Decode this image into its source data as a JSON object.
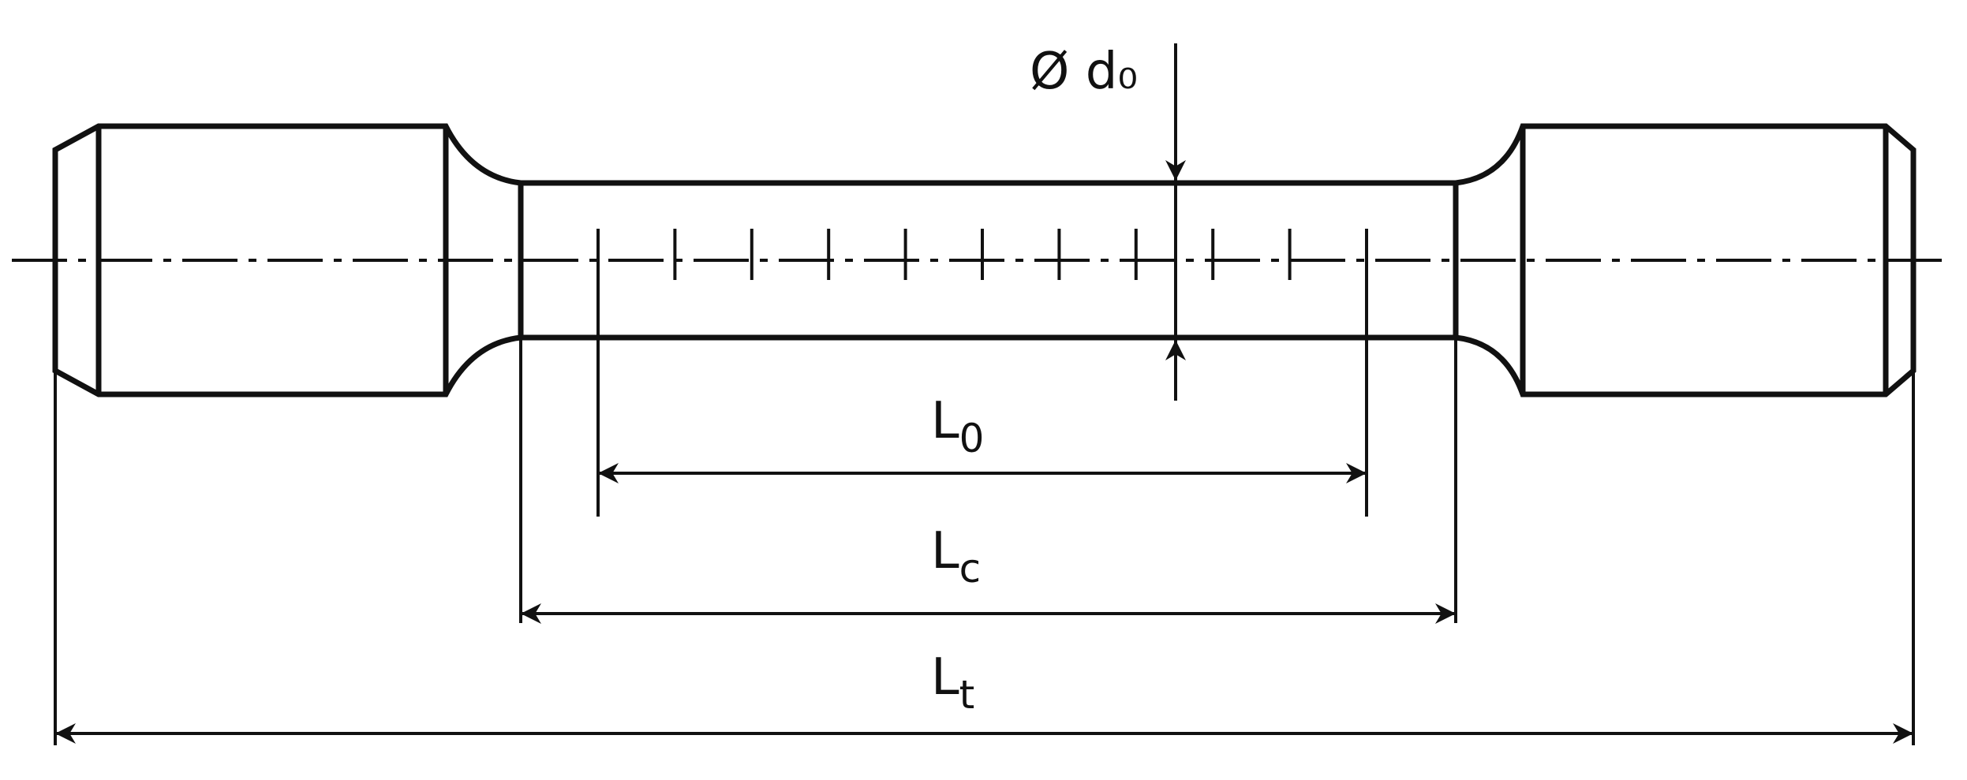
{
  "diameter_label": "Ø d₀",
  "dimensions": [
    {
      "id": "L0",
      "letter": "L",
      "subscript": "0"
    },
    {
      "id": "Lc",
      "letter": "L",
      "subscript": "c"
    },
    {
      "id": "Lt",
      "letter": "L",
      "subscript": "t"
    }
  ],
  "gauge_tick_count": 11
}
